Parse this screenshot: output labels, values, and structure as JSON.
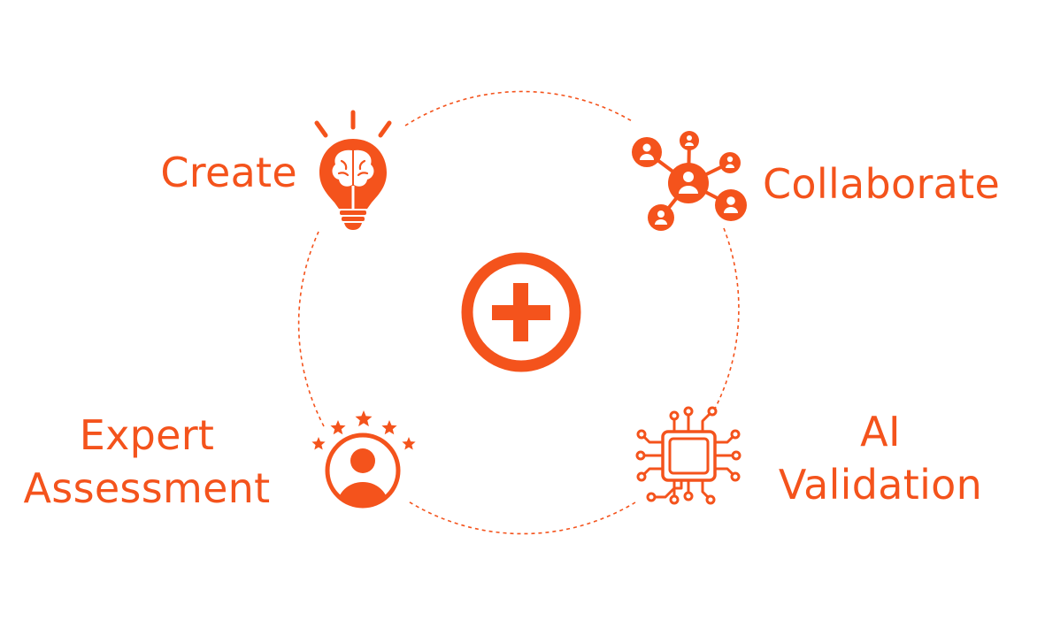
{
  "accent_color": "#f4531c",
  "center": {
    "icon": "plus-circle-icon"
  },
  "stages": {
    "create": {
      "label": "Create",
      "icon": "brain-lightbulb-icon"
    },
    "collaborate": {
      "label": "Collaborate",
      "icon": "people-network-icon"
    },
    "expert": {
      "label_line1": "Expert",
      "label_line2": "Assessment",
      "icon": "rated-expert-icon"
    },
    "ai": {
      "label_line1": "AI",
      "label_line2": "Validation",
      "icon": "circuit-chip-icon"
    }
  }
}
